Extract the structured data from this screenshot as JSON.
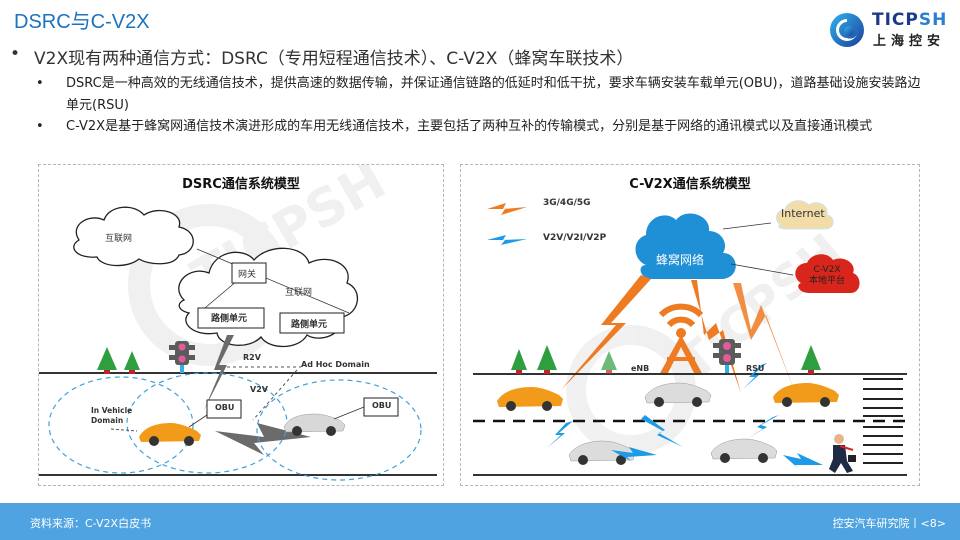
{
  "header": {
    "title": "DSRC与C-V2X",
    "logo_text_en_part1": "TICP",
    "logo_text_en_part2": "SH",
    "logo_text_cn": "上海控安"
  },
  "bullets": {
    "main": "V2X现有两种通信方式：DSRC（专用短程通信技术）、C-V2X（蜂窝车联技术）",
    "main_marker": "•",
    "sub": [
      {
        "marker": "•",
        "text": "DSRC是一种高效的无线通信技术，提供高速的数据传输，并保证通信链路的低延时和低干扰，要求车辆安装车载单元(OBU)，道路基础设施安装路边单元(RSU)"
      },
      {
        "marker": "•",
        "text": "C-V2X是基于蜂窝网通信技术演进形成的车用无线通信技术，主要包括了两种互补的传输模式，分别是基于网络的通讯模式以及直接通讯模式"
      }
    ]
  },
  "dsrc_panel": {
    "title": "DSRC通信系统模型",
    "cloud_internet_1": "互联网",
    "cloud_internet_2": "互联网",
    "gateway": "网关",
    "rsu_1": "路侧单元",
    "rsu_2": "路侧单元",
    "r2v": "R2V",
    "ad_hoc": "Ad Hoc Domain",
    "v2v": "V2V",
    "in_vehicle_1": "In Vehicle",
    "in_vehicle_2": "Domain",
    "obu_1": "OBU",
    "obu_2": "OBU"
  },
  "cv2x_panel": {
    "title": "C-V2X通信系统模型",
    "legend_cellular": "3G/4G/5G",
    "legend_direct": "V2V/V2I/V2P",
    "cellular_cloud": "蜂窝网络",
    "internet_cloud": "Internet",
    "local_platform_1": "C-V2X",
    "local_platform_2": "本地平台",
    "enb": "eNB",
    "rsu": "RSU"
  },
  "footer": {
    "source": "资料来源：C-V2X白皮书",
    "institute": "控安汽车研究院丨<8>"
  },
  "colors": {
    "title": "#1a73c0",
    "footer": "#4fa3e0",
    "orange": "#ee7a22",
    "blue_bolt": "#1e9be6",
    "cellular_cloud": "#1f8fd6",
    "internet_cloud": "#f2dca8",
    "platform_cloud": "#d9261c",
    "car_orange": "#f29a1a"
  }
}
